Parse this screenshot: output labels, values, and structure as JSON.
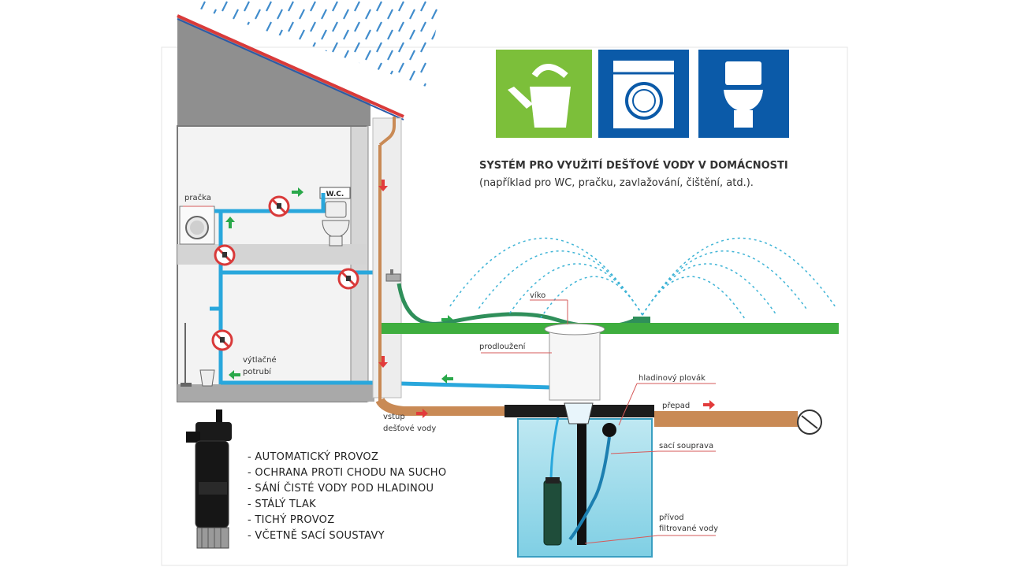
{
  "title": "SYSTÉM PRO VYUŽITÍ DEŠŤOVÉ VODY V DOMÁCNOSTI",
  "subtitle": "(například pro WC, pračku, zavlažování, čištění, atd.).",
  "icons": {
    "watering": "watering-can-icon",
    "washer": "washing-machine-icon",
    "toilet": "toilet-icon",
    "watering_color": "#7cbf3a",
    "washer_color": "#0b5aa8",
    "toilet_color": "#0b5aa8"
  },
  "labels": {
    "pracka": "pračka",
    "wc": "W.C.",
    "vytlacne_1": "výtlačné",
    "vytlacne_2": "potrubí",
    "vstup_1": "vstup",
    "vstup_2": "dešťové vody",
    "viko": "víko",
    "prodlouzeni": "prodloužení",
    "plovak": "hladinový plovák",
    "prepad": "přepad",
    "saci": "sací souprava",
    "privod_1": "přívod",
    "privod_2": "filtrované vody"
  },
  "features": [
    "- AUTOMATICKÝ PROVOZ",
    "- OCHRANA PROTI CHODU NA SUCHO",
    "- SÁNÍ ČISTÉ VODY POD HLADINOU",
    "- STÁLÝ TLAK",
    "- TICHÝ PROVOZ",
    "- VČETNĚ SACÍ SOUSTAVY"
  ],
  "colors": {
    "water_pipe": "#29a7dc",
    "rain_pipe": "#c98a55",
    "roof_edge": "#d93a3a",
    "grass": "#3fae3f",
    "tank": "#9fd9ea",
    "arrow_red": "#e23b3b",
    "arrow_green": "#2aa84a"
  }
}
